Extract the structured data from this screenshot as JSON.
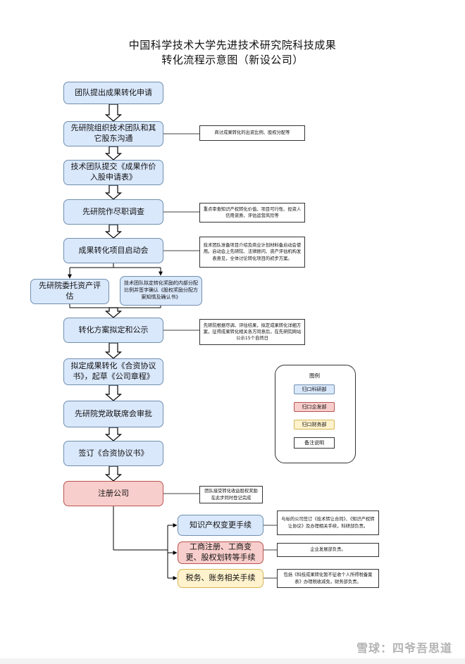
{
  "title": {
    "line1": "中国科学技术大学先进技术研究院科技成果",
    "line2": "转化流程示意图（新设公司）"
  },
  "steps": {
    "s1": "团队提出成果转化申请",
    "s2": "先研院组织技术团队和其它股东沟通",
    "s3": "技术团队提交《成果作价入股申请表》",
    "s4": "先研院作尽职调查",
    "s5": "成果转化项目启动会",
    "s6a": "先研院委托资产评估",
    "s6b": "技术团队拟定转化奖励的内部分配比例并签字确认《股权奖励分配方案知情及确认书》",
    "s7": "转化方案拟定和公示",
    "s8": "拟定成果转化《合资协议书》，起草《公司章程》",
    "s9": "先研院党政联席会审批",
    "s10": "签订《合资协议书》",
    "s11": "注册公司",
    "s12a": "知识产权变更手续",
    "s12b": "工商注册、工商变更、股权划转等手续",
    "s12c": "税务、账务相关手续"
  },
  "notes": {
    "n2": "商讨成果转化的出资比例、股权分配等",
    "n4": "重点审查知识产权转化价值、项目可行性、投资人信用资质、评估运营风险等",
    "n5": "技术团队准备项目介绍及商业计划材料备启动会使用。启动会上先研院、法律顾问、资产评估机构发表意见，全体讨论转化项目的初步方案。",
    "n7": "先研院根据尽调、评估结果，拟定成果转化详细方案，征得成果转化相关各方同意后，在先研院网站公示15个自然日",
    "n11": "团队接受转化收益股权奖励在此步同时登记完成",
    "n12a": "与标的公司签订《技术转让合同》、《知识产权转让协议》及办理相关手续，科研部负责。",
    "n12b": "企业发展部负责。",
    "n12c": "包括《科技成果转化暂不征收个人所得税备案表》办理税收减免，财务部负责。"
  },
  "legend": {
    "title": "图例",
    "items": [
      "归口科研部",
      "归口企发部",
      "归口财务部",
      "备注说明"
    ]
  },
  "colors": {
    "blue_fill": "#dae8fc",
    "red_fill": "#f8cecc",
    "yellow_fill": "#fff2cc",
    "blue_border": "#6f8fae"
  },
  "watermark": "雪球：四爷吾思道"
}
